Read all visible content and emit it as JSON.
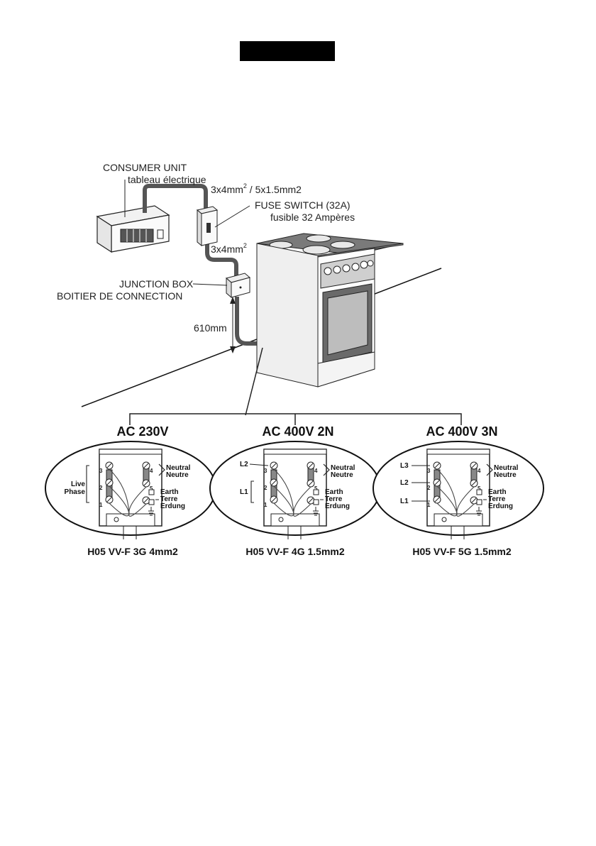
{
  "header": {
    "bar_color": "#000000"
  },
  "installation": {
    "consumer_unit": {
      "title": "CONSUMER UNIT",
      "subtitle": "tableau électrique"
    },
    "cable_top": {
      "base": "3x4mm",
      "sup": "2",
      "alt": " / 5x1.5mm2"
    },
    "fuse_switch": {
      "title": "FUSE SWITCH (32A)",
      "subtitle": "fusible 32 Ampères"
    },
    "cable_mid": {
      "base": "3x4mm",
      "sup": "2"
    },
    "junction_box": {
      "title": "JUNCTION BOX",
      "subtitle": "BOITIER DE CONNECTION"
    },
    "height": "610mm"
  },
  "wiring": [
    {
      "heading": "AC 230V",
      "cable": "H05 VV-F 3G 4mm2",
      "left_labels": [
        "Live",
        "Phase"
      ],
      "neutral": [
        "Neutral",
        "Neutre"
      ],
      "earth": [
        "Earth",
        "Terre",
        "Erdung"
      ],
      "terminals": [
        "1",
        "2",
        "3",
        "4",
        "5"
      ]
    },
    {
      "heading": "AC 400V 2N",
      "cable": "H05 VV-F 4G 1.5mm2",
      "left_labels": [
        "L2",
        "L1"
      ],
      "neutral": [
        "Neutral",
        "Neutre"
      ],
      "earth": [
        "Earth",
        "Terre",
        "Erdung"
      ],
      "terminals": [
        "1",
        "2",
        "3",
        "4",
        "5"
      ]
    },
    {
      "heading": "AC 400V 3N",
      "cable": "H05 VV-F 5G 1.5mm2",
      "left_labels": [
        "L3",
        "L2",
        "L1"
      ],
      "neutral": [
        "Neutral",
        "Neutre"
      ],
      "earth": [
        "Earth",
        "Terre",
        "Erdung"
      ],
      "terminals": [
        "1",
        "2",
        "3",
        "4",
        "5"
      ]
    }
  ]
}
